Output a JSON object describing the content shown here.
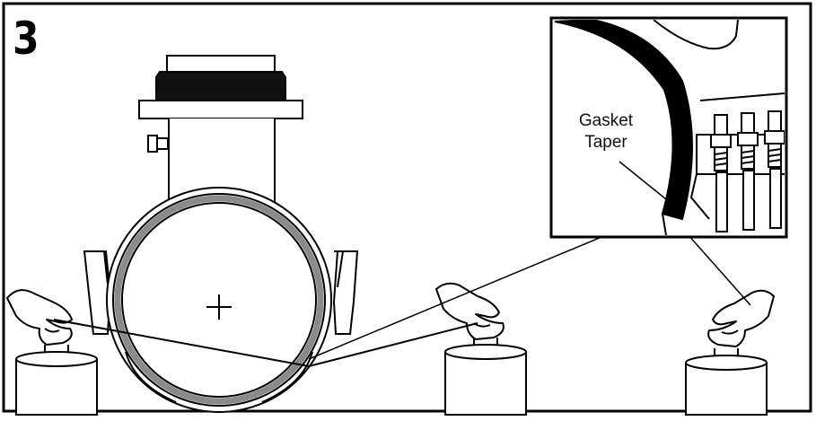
{
  "step": {
    "number": "3"
  },
  "inset": {
    "label_line1": "Gasket",
    "label_line2": "Taper"
  },
  "colors": {
    "stroke": "#000000",
    "fill": "#ffffff",
    "gasket_gray": "#8a8a8a"
  }
}
